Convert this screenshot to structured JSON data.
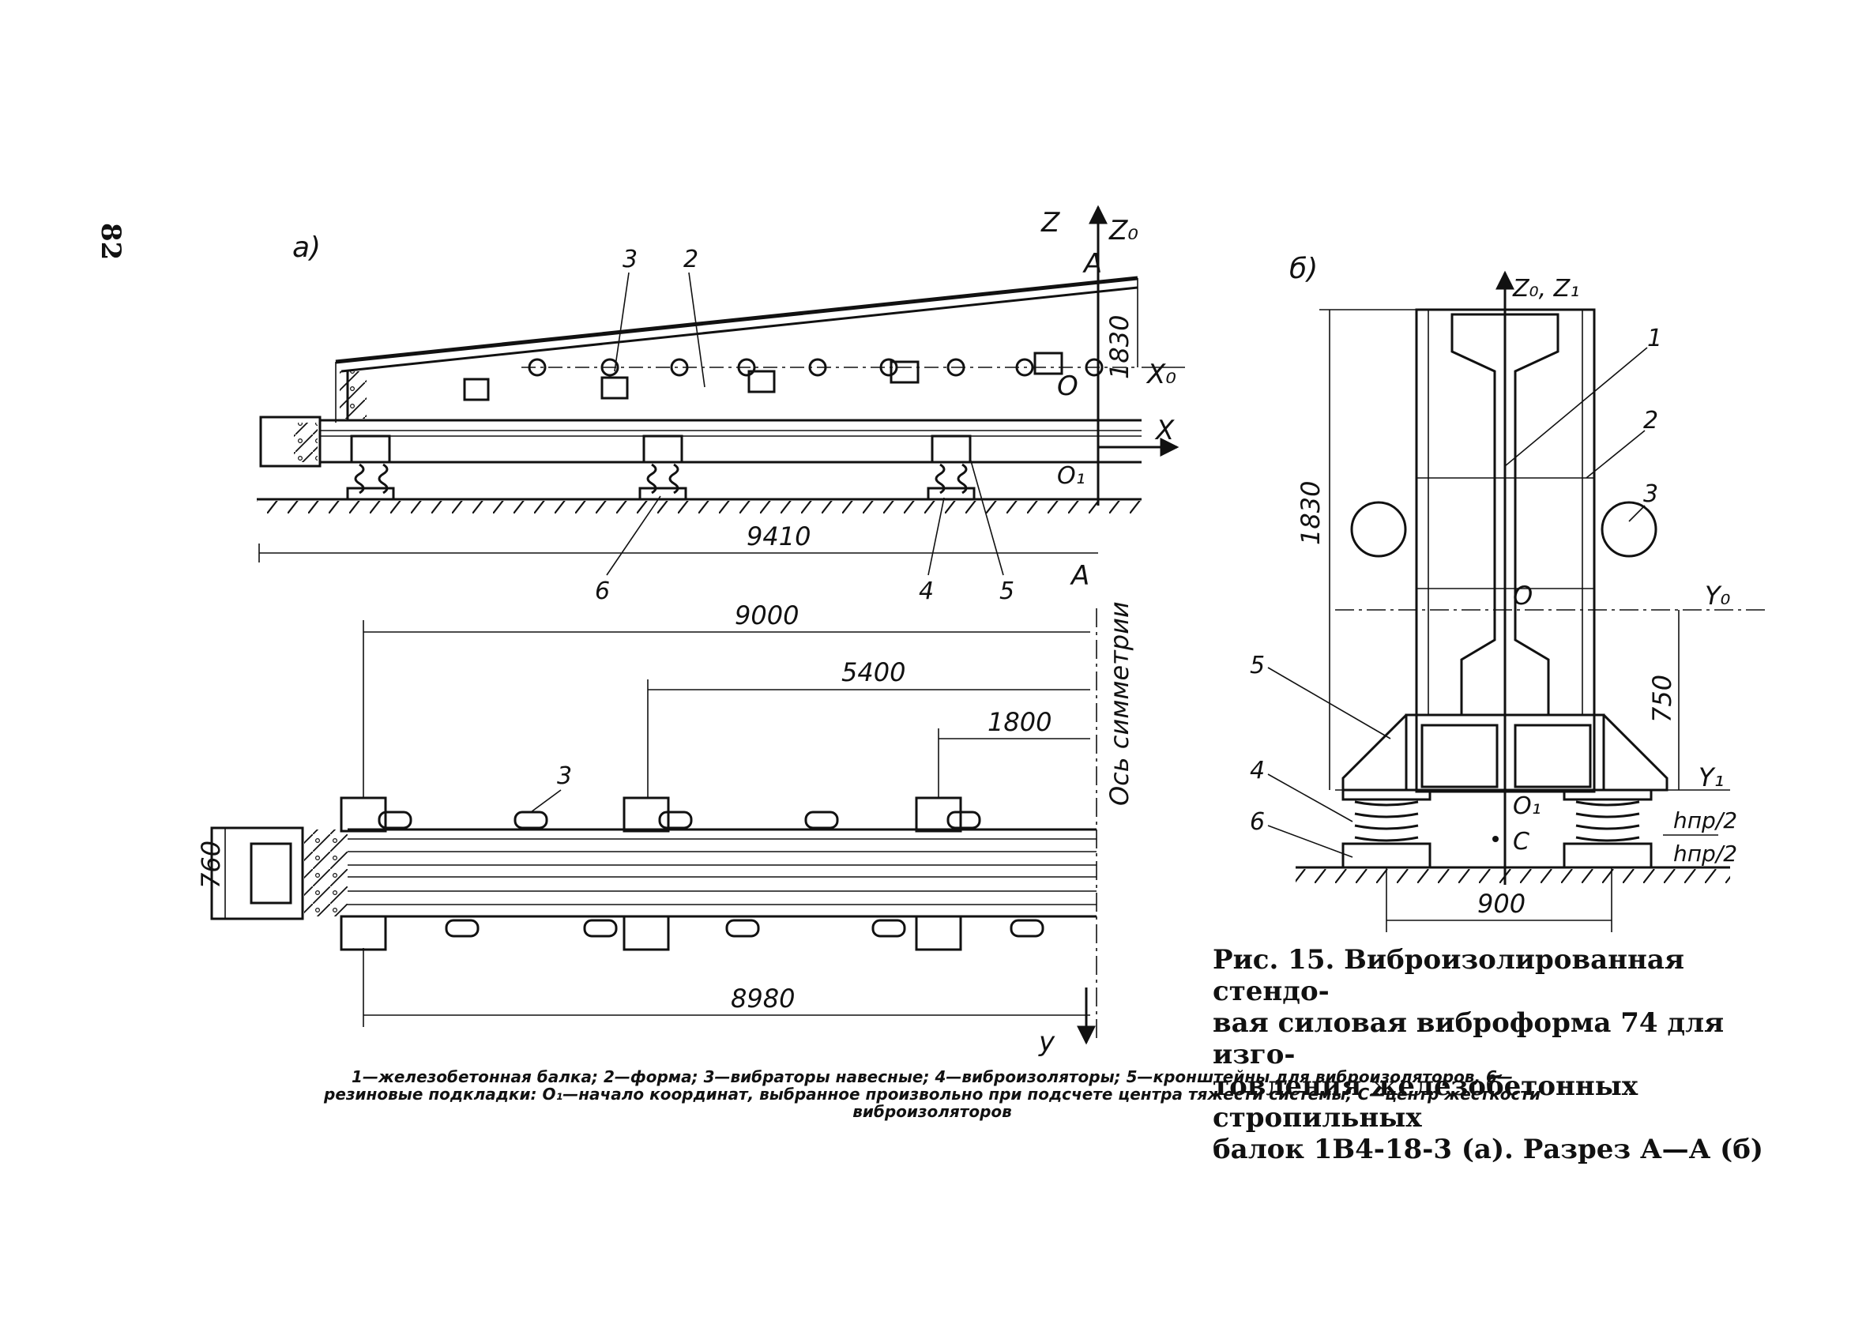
{
  "page_number": "82",
  "view_a": {
    "label": "а)",
    "axis_z": "Z",
    "axis_z0": "Z₀",
    "axis_x0": "X₀",
    "axis_x": "X",
    "point_o": "O",
    "point_o1": "O₁",
    "section_a": "A",
    "callouts": [
      "3",
      "2",
      "6",
      "4",
      "5"
    ],
    "dim_height": "1830",
    "dim_length": "9410"
  },
  "view_plan": {
    "dim_9000": "9000",
    "dim_5400": "5400",
    "dim_1800": "1800",
    "dim_760": "760",
    "dim_8980": "8980",
    "callout_3": "3",
    "axis_y": "y",
    "symmetry_axis": "Ось симметрии"
  },
  "view_b": {
    "label": "б)",
    "axis_z": "Z₀, Z₁",
    "axis_y0": "Y₀",
    "axis_y1": "Y₁",
    "point_o": "O",
    "point_o1": "O₁",
    "point_c": "C",
    "callouts": [
      "1",
      "2",
      "3",
      "5",
      "4",
      "6"
    ],
    "dim_1830": "1830",
    "dim_750": "750",
    "dim_900": "900",
    "h_label": "hпр/2"
  },
  "caption": {
    "line1": "Рис. 15. Виброизолированная стендо-",
    "line2": "вая силовая виброформа 74 для изго-",
    "line3": "товления железобетонных стропильных",
    "line4": "балок   1В4-18-3 (а). Разрез А—А (б)"
  },
  "legend": {
    "line1": "1—железобетонная балка;   2—форма;  3—вибраторы навесные;  4—виброизоляторы;  5—кронштейны для виброизоляторов,  6—",
    "line2": "резиновые подкладки: O₁—начало координат,  выбранное произвольно  при подсчете центра тяжести системы; C—центр жесткости",
    "line3": "виброизоляторов"
  }
}
